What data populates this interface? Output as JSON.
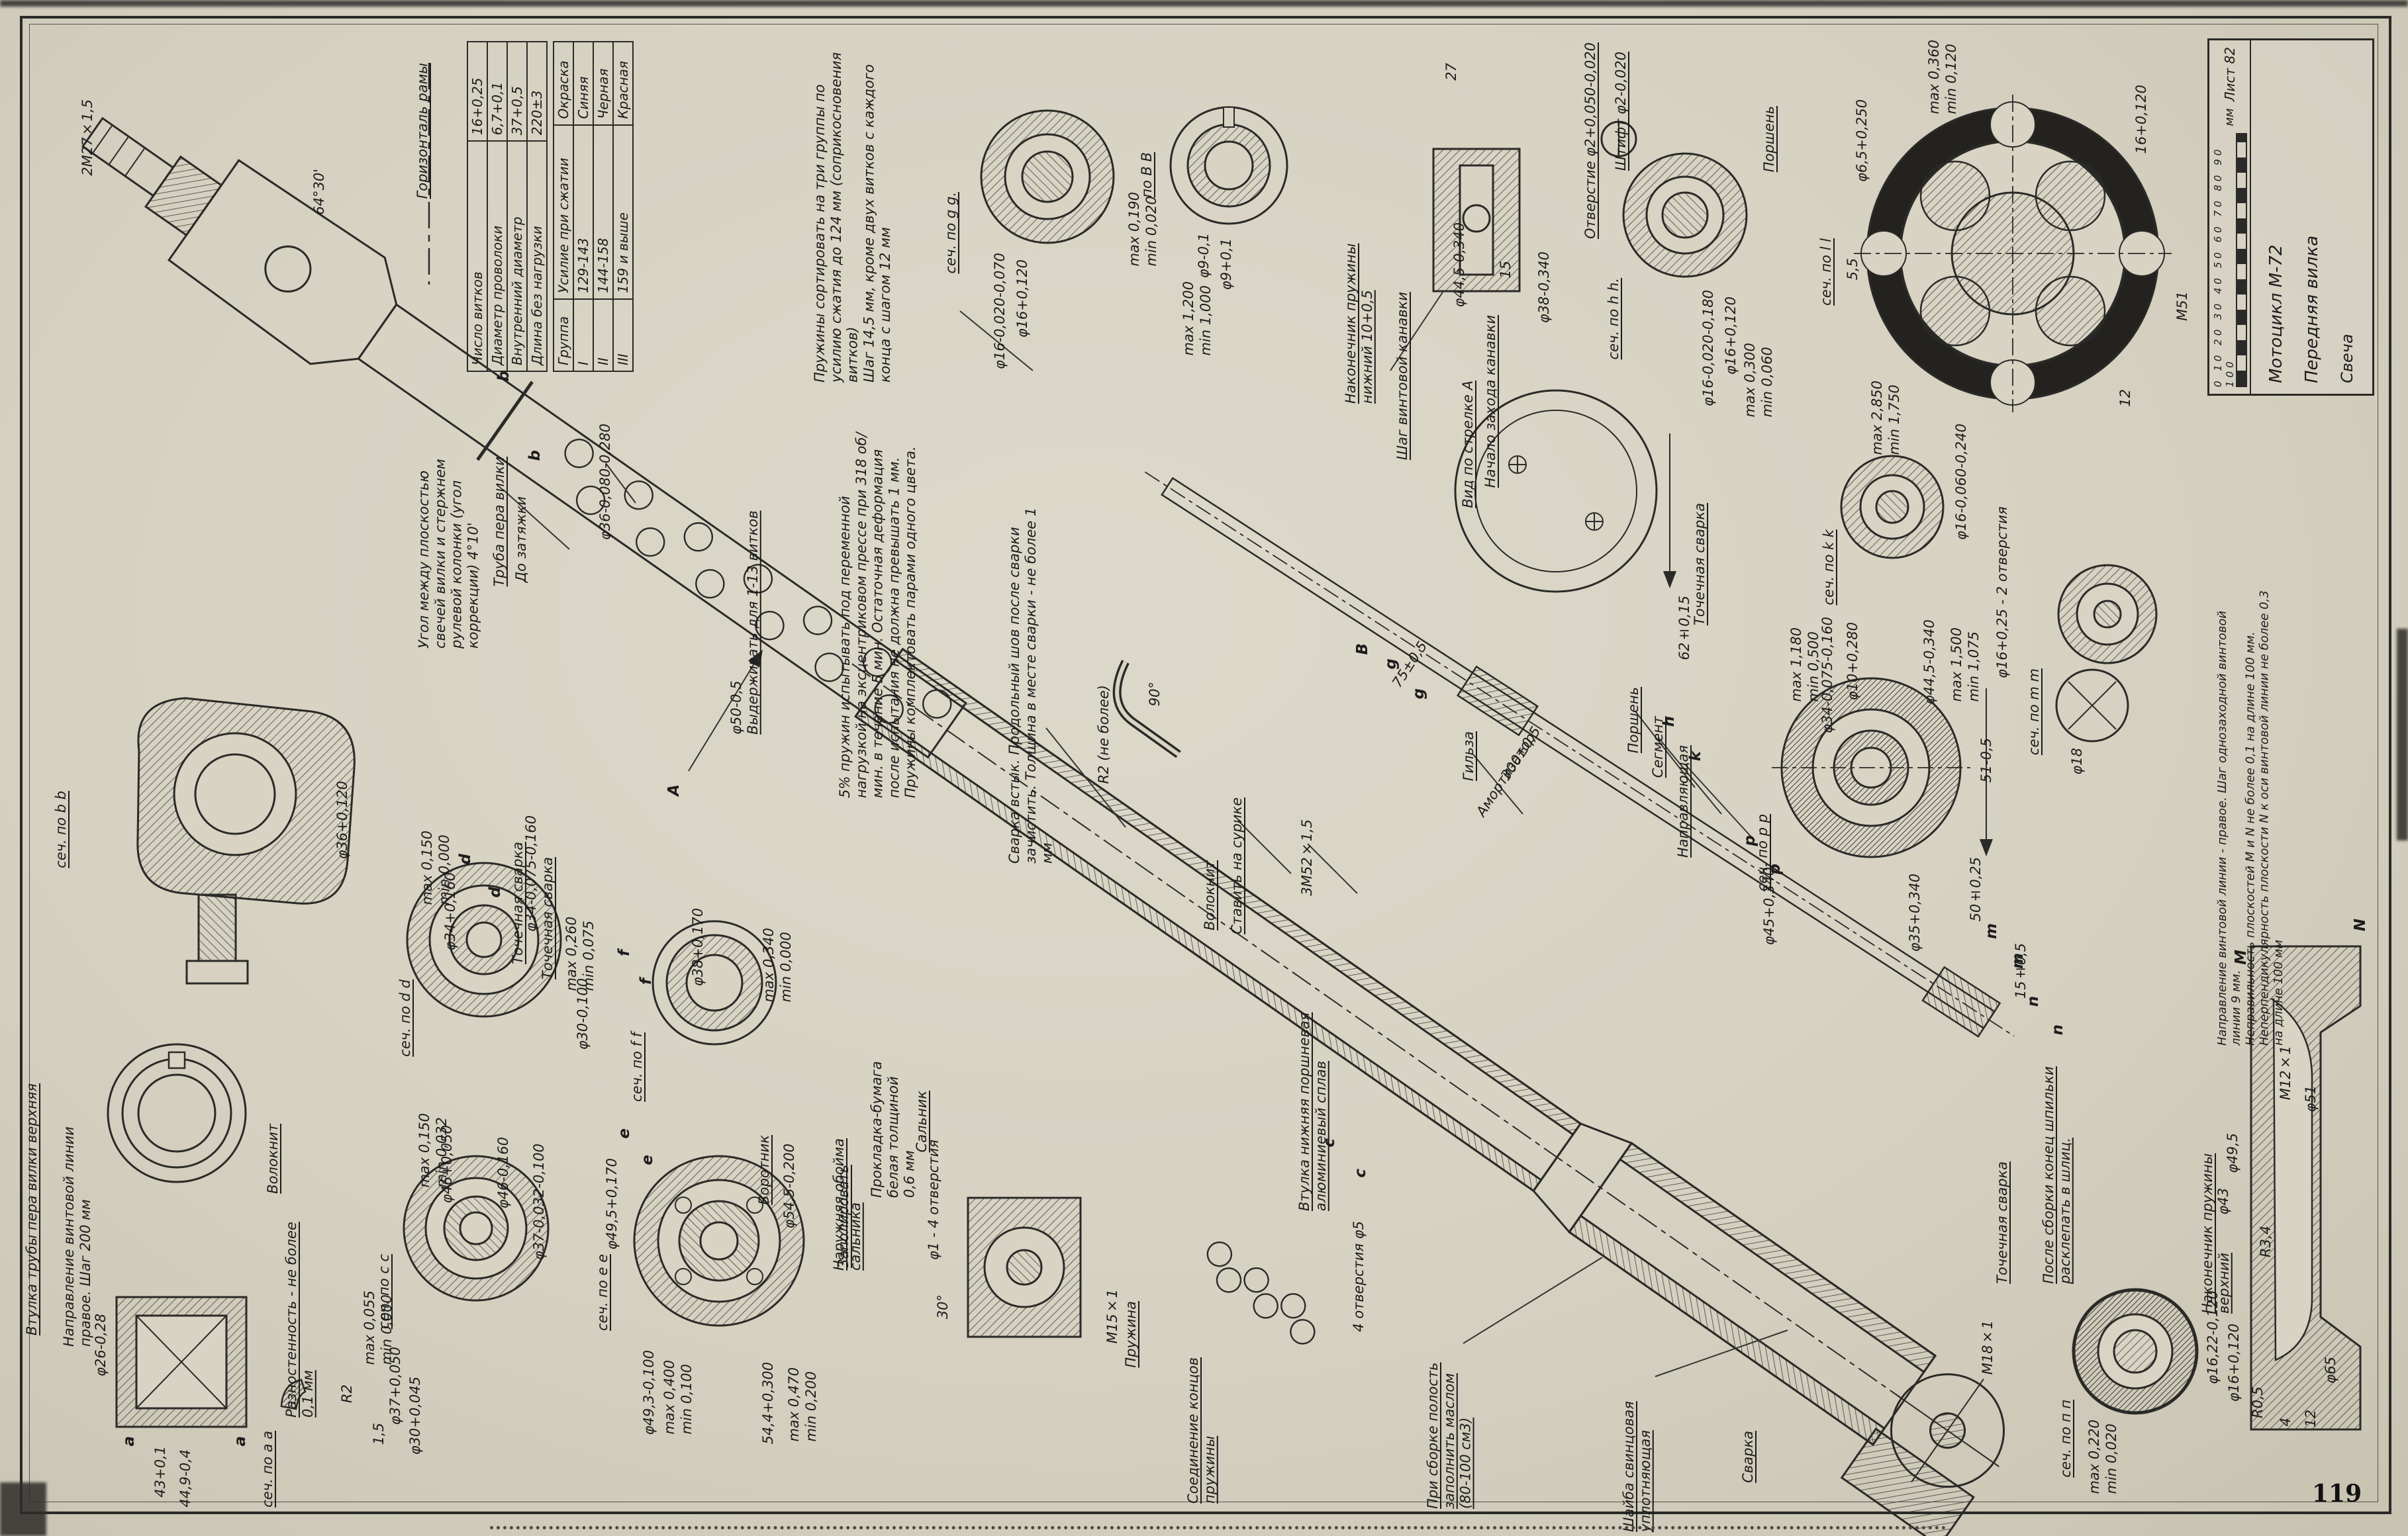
{
  "colors": {
    "paper": "#d8d3c3",
    "ink": "#1c1c1c"
  },
  "page": {
    "number": "119"
  },
  "title_block": {
    "sheet": "Лист 82",
    "line1": "Мотоцикл  М-72",
    "line2": "Передняя вилка",
    "line3": "Свеча",
    "ruler_numbers": "0 10 20 30 40 50 60 70 80 90 100",
    "ruler_units": "мм"
  },
  "table": {
    "params": [
      {
        "name": "Число витков",
        "value": "16+0,25"
      },
      {
        "name": "Диаметр проволоки",
        "value": "6,7+0,1"
      },
      {
        "name": "Внутренний диаметр",
        "value": "37+0,5"
      },
      {
        "name": "Длина без нагрузки",
        "value": "220±3"
      }
    ],
    "groups_header": {
      "c1": "Группа",
      "c2": "Усилие при сжатии",
      "c3": "Окраска"
    },
    "groups": [
      {
        "num": "I",
        "force": "129-143",
        "color": "Синяя"
      },
      {
        "num": "II",
        "force": "144-158",
        "color": "Черная"
      },
      {
        "num": "III",
        "force": "159 и выше",
        "color": "Красная"
      }
    ]
  },
  "notes": {
    "sorting": "Пружины сортировать на три группы по усилию сжатия до 124 мм (соприкосновения витков)",
    "pitch": "Шаг 14,5 мм, кроме двух витков с каждого конца с шагом 12 мм",
    "testing": "5% пружин испытывать под переменной нагрузкой на эксцентриковом прессе при 318 об/мин. в течение 5 мин. Остаточная деформация после испытания не должна превышать 1 мм.",
    "pairs": "Пружины комплектовать парами одного цвета.",
    "weld_seam": "Сварка встык. Продольный шов после сварки зачистить. Толщина в месте сварки - не более 1 мм",
    "helix_right": "Направление винтовой линии - правое. Шаг однозаходной винтовой линии 9 мм.",
    "flatness": "Неправильность плоскостей M и N не более 0,1 на длине 100 мм. Неперпендикулярность плоскости N к оси винтовой линии не более 0,3 на длине 100 мм",
    "oil_fill": "При сборке полость заполнить маслом (80-100 см3)",
    "rivet": "После сборки конец шпильки расклепать в шлиц.",
    "correction": "Угол между плоскостью свечей вилки и стержнем рулевой колонки (угол коррекции) 4°10'",
    "bushing_helix": "Направление винтовой линии правое. Шаг 200 мм",
    "wall_diff": "Разностенность - не более 0,1 мм",
    "hold": "Выдерживать для 1-13 витков"
  },
  "sec": {
    "aa": {
      "label": "сеч. по а а"
    },
    "bb": {
      "label": "сеч. по b b",
      "d1": "φ36+0,120",
      "d2": "φ36-0,080-0,280"
    },
    "cc": {
      "label": "сеч. по с с",
      "d1": "φ46+0,050",
      "d2": "φ46-0,160",
      "d3": "φ37-0,032-0,100",
      "max": "max 0,150",
      "min": "min 0,032"
    },
    "dd": {
      "label": "сеч. по d d",
      "d1": "φ34+0,160",
      "d2": "φ34-0,075-0,160",
      "d3": "φ30-0,100",
      "max": "max 0,150",
      "min": "min 0,000",
      "max2": "max 0,260",
      "min2": "min 0,075"
    },
    "ee": {
      "label": "сеч. по е е",
      "d1": "φ49,5+0,170",
      "d2": "φ54,5-0,200",
      "d3": "φ49,3-0,100",
      "d4": "54,4+0,300",
      "max": "max 0,400",
      "min": "min 0,100",
      "max2": "max 0,470",
      "min2": "min 0,200",
      "collar": "Воротник",
      "housing": "Наружняя обойма сальника"
    },
    "ff": {
      "label": "сеч. по f f",
      "d1": "φ38+0,170",
      "max": "max 0,340",
      "min": "min 0,000"
    },
    "gg": {
      "label": "сеч. по g g.",
      "d1": "φ16-0,020-0,070",
      "d2": "φ16+0,120",
      "max": "max 0,190",
      "min": "min 0,020"
    },
    "bv": {
      "label": "по В В",
      "d1": "φ9-0,1",
      "d2": "φ9+0,1",
      "max": "max 1,200",
      "min": "min 1,000"
    },
    "hh": {
      "label": "сеч. по h h.",
      "d1": "φ16-0,020-0,180",
      "d2": "φ16+0,120",
      "max": "max 0,300",
      "min": "min 0,060"
    },
    "kk": {
      "label": "сеч. по k k",
      "d1": "φ16-0,060-0,240",
      "max": "max 2,850",
      "min": "min 1,750"
    },
    "ll": {
      "label": "сеч. по l l",
      "d1": "φ6,5+0,250",
      "d2": "16+0,120",
      "d3": "М51",
      "d4": "5,5",
      "d5": "12",
      "max": "max 0,360",
      "min": "min 0,120"
    },
    "mm": {
      "label": "сеч. по m m",
      "d1": "φ16+0,25 - 2 отверстия",
      "d2": "φ18"
    },
    "pp": {
      "label": "сеч. по р р",
      "d1": "φ34-0,075-0,160",
      "d2": "φ10+0,280",
      "d3": "φ44,5-0,340",
      "d4": "φ45+0,340",
      "d5": "φ35+0,340",
      "d6": "51-0,5",
      "d7": "50±0,25",
      "max": "max 1,180",
      "min": "min 0,500",
      "max2": "max 1,500",
      "min2": "min 1,075"
    },
    "nn": {
      "label": "сеч. по п п",
      "d1": "φ16,22-0,120",
      "d2": "φ16+0,120",
      "max": "max 0,220",
      "min": "min 0,020"
    }
  },
  "c": {
    "thread_top": "2М27×1,5",
    "angle64": "64°30'",
    "horizon": "Горизонталь рамы",
    "d50": "φ50-0,5",
    "fork_tube": "Труба пера вилки",
    "before_tighten": "До затяжки",
    "spot_weld": "Точечная сварка",
    "view_a": "Вид по стрелке А",
    "dim62": "62±0,15",
    "lower_end": "Наконечник пружины нижний 10+0,5",
    "groove_pitch": "Шаг винтовой канавки",
    "groove_start": "Начало захода канавки",
    "d44_5": "φ44,5-0,340",
    "d38_340": "φ38-0,340",
    "dim15": "15",
    "dim27": "27",
    "hole_pin": "Отверстие φ2+0,050-0,020",
    "pin": "Штифт φ2-0,020",
    "piston": "Поршень",
    "segment": "Сегмент",
    "guide": "Направляющая",
    "sleeve": "Гильза",
    "shock": "Амортизатор",
    "dim300": "300±0,5",
    "dim75": "75±0,5",
    "thread_3m52": "3М52×1,5",
    "r2_max": "R2 (не более)",
    "deg90": "90°",
    "volknit": "Волокнит",
    "surik": "Ставить на сурике",
    "holes4_d5": "4 отверстия φ5",
    "lower_bushing": "Втулка нижняя поршневая алюминиевый сплав",
    "lead_washer": "Шайба свинцовая уплотняющая",
    "weld": "Сварка",
    "axle_thread": "М18×1",
    "dim15_05": "15±0,5",
    "upper_end": "Наконечник пружины верхний",
    "d49_5": "φ49,5",
    "d43": "φ43",
    "m12": "М12×1",
    "r3_4": "R3,4",
    "d51": "φ51",
    "mark_m": "M",
    "mark_n": "N",
    "d65": "φ65",
    "r0_5": "R0,5",
    "dim12": "12",
    "dim4": "4",
    "polish": "Заполировать",
    "seal": "Сальник",
    "gasket": "Прокладка-бумага белая толщиной 0,6 мм",
    "d1_4holes": "φ1 - 4 отверстия",
    "deg30": "30°",
    "m15": "М15×1",
    "spring": "Пружина",
    "spring_ends": "Соединение концов пружины",
    "upper_bushing": "Втулка трубы пера вилки верхняя",
    "d26": "φ26-0,28",
    "dim43": "43+0,1",
    "dim44_9": "44,9-0,4",
    "r2": "R2",
    "dim1_5": "1,5",
    "d37": "φ37+0,050",
    "d30": "φ30+0,045",
    "max055": "max 0,055",
    "min000": "min 0,000"
  },
  "letters": {
    "A": "А",
    "B": "В",
    "a": "а",
    "b": "b",
    "c": "c",
    "d": "d",
    "e": "e",
    "f": "f",
    "g": "g",
    "h": "h",
    "k": "k",
    "m": "m",
    "n": "n",
    "p": "p"
  }
}
